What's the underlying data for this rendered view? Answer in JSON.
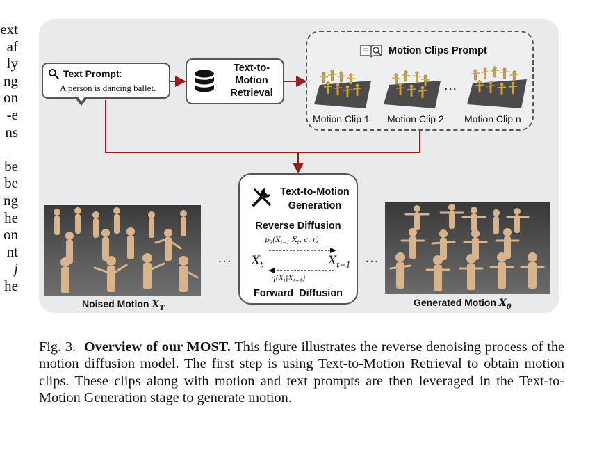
{
  "margin_text_lines": [
    "ext",
    "af",
    "ly",
    "ng",
    "on",
    "e-",
    "ns",
    "",
    "be",
    "be",
    "ng",
    "he",
    "on",
    "nt",
    "j",
    "he"
  ],
  "figure": {
    "text_prompt": {
      "title": "Text Prompt",
      "colon": ":",
      "body": "A person is dancing ballet."
    },
    "retrieval": {
      "line1": "Text-to-",
      "line2": "Motion",
      "line3": "Retrieval"
    },
    "motion_clips": {
      "title": "Motion Clips Prompt",
      "clip_labels": [
        "Motion Clip 1",
        "Motion Clip 2",
        "Motion Clip n"
      ],
      "ellipsis": "…"
    },
    "generation": {
      "title_line1": "Text-to-Motion",
      "title_line2": "Generation",
      "reverse": "Reverse Diffusion",
      "forward": "Forward  Diffusion",
      "p_label": "pθ(Xt−1|Xt, c, r)",
      "q_label": "q(Xt|Xt−1)",
      "xt": "Xt",
      "xt1": "Xt−1"
    },
    "noised": {
      "label_text": "Noised Motion ",
      "label_math": "XT"
    },
    "generated": {
      "label_text": "Generated Motion ",
      "label_math": "X0"
    },
    "ellipsis_left": "…",
    "ellipsis_right": "…"
  },
  "caption": {
    "fig": "Fig. 3.",
    "bold": "Overview of our MOST.",
    "text": "This figure illustrates the reverse denoising process of the motion diffusion model. The first step is using Text-to-Motion Retrieval to obtain motion clips. These clips along with motion and text prompts are then leveraged in the Text-to-Motion Generation stage to generate motion."
  },
  "colors": {
    "arrow": "#9b1b1b",
    "box_border": "#555555",
    "figure_bg": "#e9eaec",
    "figure_skin": "#d9b48a"
  }
}
